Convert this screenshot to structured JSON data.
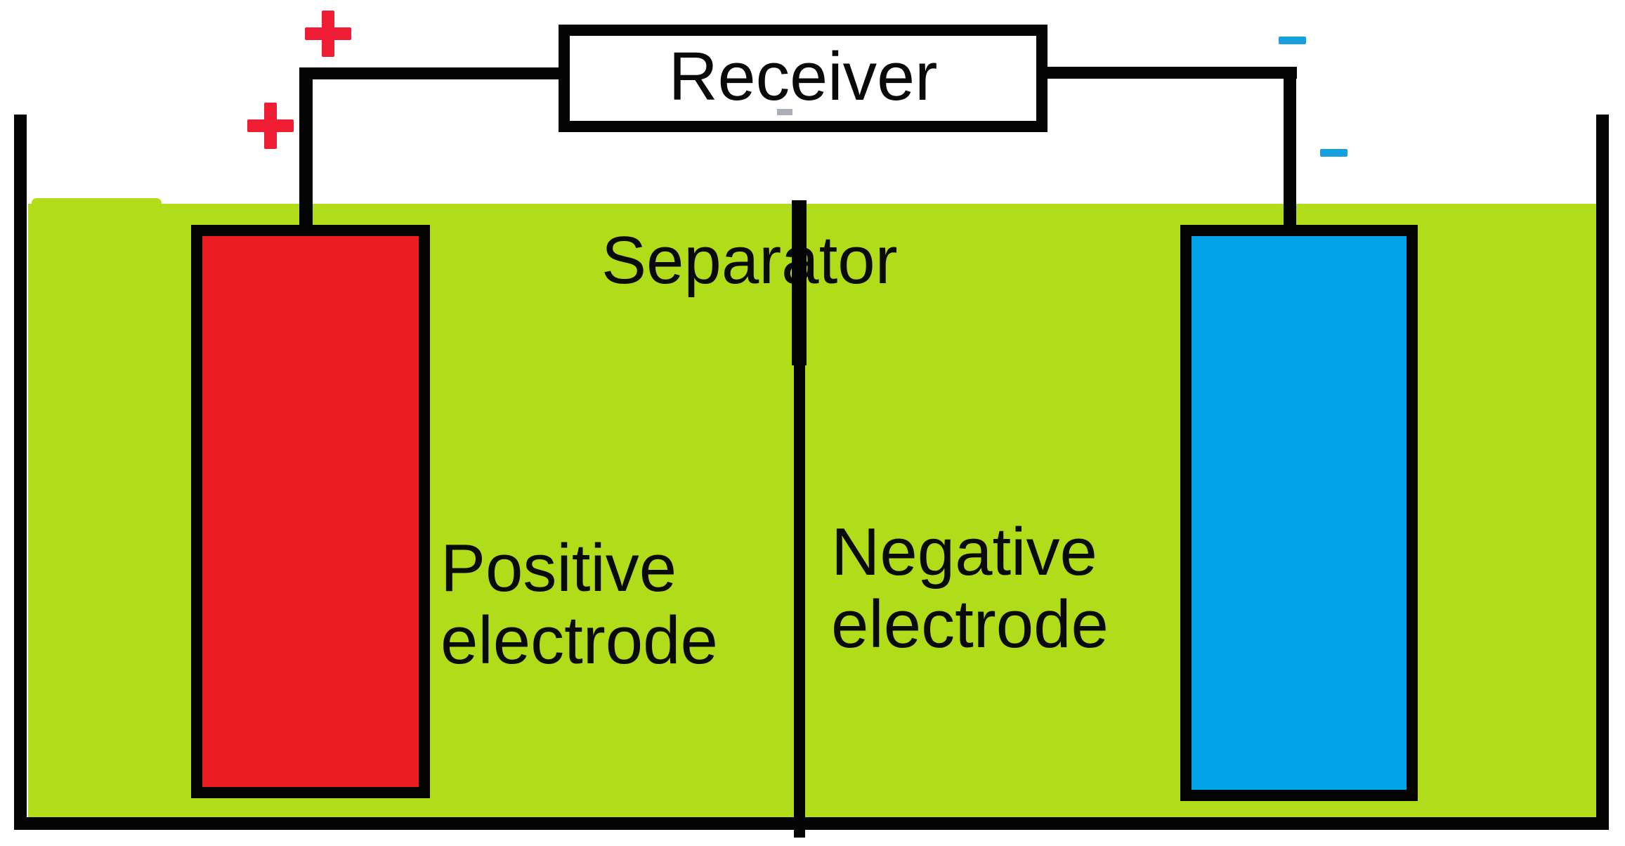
{
  "title": "Battery cell diagram",
  "colors": {
    "electrolyte-green": "#B1DC1A",
    "positive-red": "#ED1C24",
    "negative-blue": "#00A2E8",
    "plus-red": "#F01E35",
    "minus-blue": "#18A0DC",
    "wire-black": "#040404"
  },
  "receiver": {
    "label": "Receiver"
  },
  "separator": {
    "label": "Separator"
  },
  "positive_electrode": {
    "label_line1": "Positive",
    "label_line2": "electrode"
  },
  "negative_electrode": {
    "label_line1": "Negative",
    "label_line2": "electrode"
  },
  "terminals": {
    "positive_symbol": "+",
    "negative_symbol": "−"
  }
}
